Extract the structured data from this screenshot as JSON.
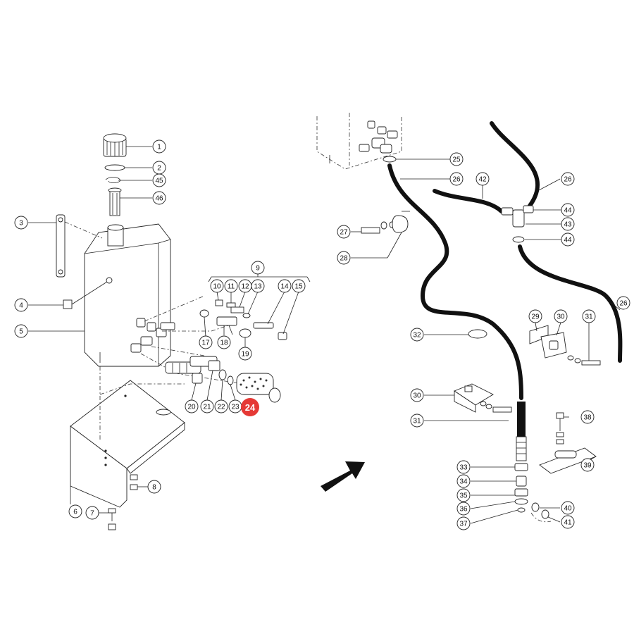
{
  "highlight": {
    "label": "24",
    "color": "#e53935"
  },
  "callouts_left": [
    "1",
    "2",
    "45",
    "46",
    "3",
    "4",
    "5",
    "9",
    "10",
    "11",
    "12",
    "13",
    "14",
    "15",
    "17",
    "18",
    "19",
    "20",
    "21",
    "22",
    "23",
    "8",
    "6",
    "7"
  ],
  "callouts_right": [
    "25",
    "26",
    "42",
    "26",
    "44",
    "43",
    "44",
    "27",
    "28",
    "26",
    "29",
    "30",
    "31",
    "32",
    "30",
    "31",
    "38",
    "39",
    "33",
    "34",
    "35",
    "36",
    "37",
    "40",
    "41"
  ],
  "colors": {
    "ink": "#111111",
    "highlight": "#e53935",
    "background": "#ffffff"
  }
}
